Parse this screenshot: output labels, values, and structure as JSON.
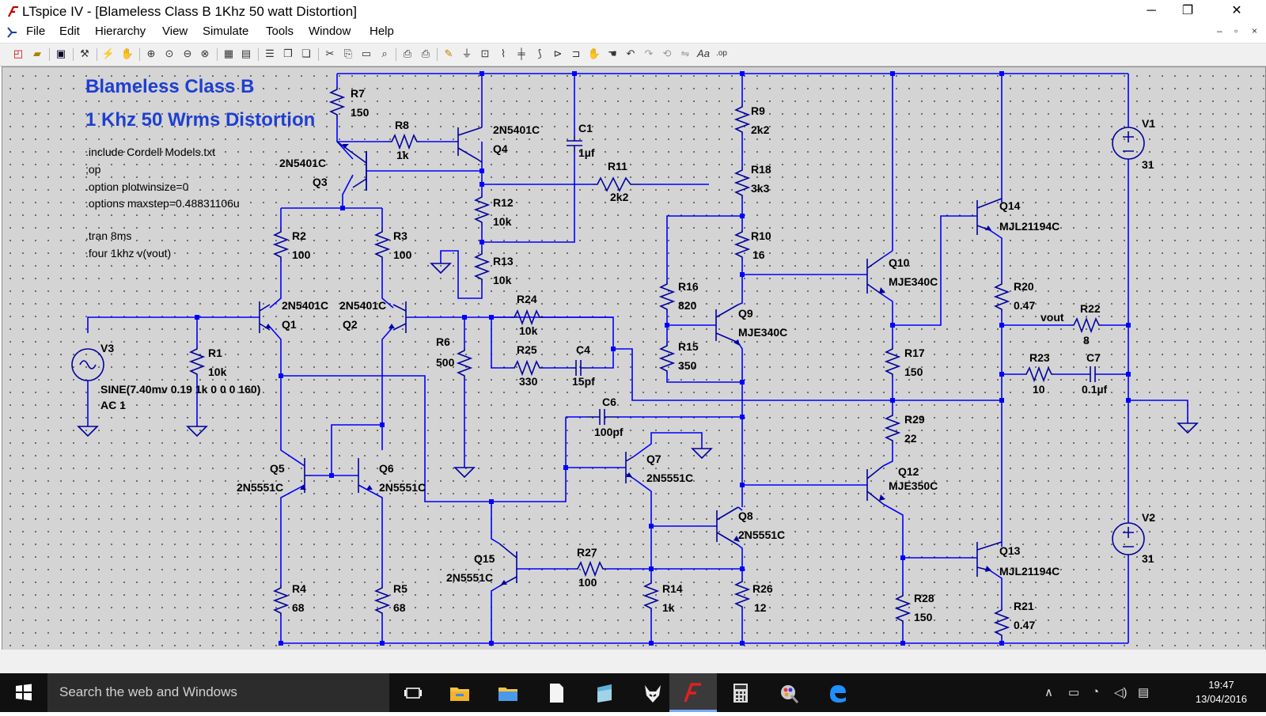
{
  "window": {
    "title": "LTspice IV - [Blameless Class B 1Khz 50 watt Distortion]",
    "minimize": "─",
    "maximize": "❐",
    "close": "✕"
  },
  "menu": {
    "items": [
      "File",
      "Edit",
      "Hierarchy",
      "View",
      "Simulate",
      "Tools",
      "Window",
      "Help"
    ],
    "mdi_minimize": "–",
    "mdi_restore": "▫",
    "mdi_close": "×"
  },
  "schematic": {
    "heading1": "Blameless Class B",
    "heading2": "1 Khz 50 Wrms Distortion",
    "directives": [
      ".include Cordell Models.txt",
      ";op",
      ".option plotwinsize=0",
      ".options maxstep=0.48831106u",
      ".tran 8ms",
      ".four 1khz v(vout)"
    ],
    "components": {
      "R7": [
        "R7",
        "150"
      ],
      "R8": [
        "R8",
        "1k"
      ],
      "Q4": [
        "2N5401C",
        "Q4"
      ],
      "C1": [
        "C1",
        "1µf"
      ],
      "Q3": [
        "2N5401C",
        "Q3"
      ],
      "R11": [
        "R11",
        "2k2"
      ],
      "R9": [
        "R9",
        "2k2"
      ],
      "R18": [
        "R18",
        "3k3"
      ],
      "R12": [
        "R12",
        "10k"
      ],
      "R13": [
        "R13",
        "10k"
      ],
      "R2": [
        "R2",
        "100"
      ],
      "R3": [
        "R3",
        "100"
      ],
      "R10": [
        "R10",
        "16"
      ],
      "R16": [
        "R16",
        "820"
      ],
      "R15": [
        "R15",
        "350"
      ],
      "Q1": [
        "2N5401C",
        "Q1"
      ],
      "Q2": [
        "2N5401C",
        "Q2"
      ],
      "R24": [
        "R24",
        "10k"
      ],
      "R25": [
        "R25",
        "330"
      ],
      "C4": [
        "C4",
        "15pf"
      ],
      "R6": [
        "R6",
        "500"
      ],
      "R1": [
        "R1",
        "10k"
      ],
      "V3": [
        "V3"
      ],
      "V3src": [
        "SINE(7.40mv 0.19 1k 0 0 0 160)",
        "AC 1"
      ],
      "Q9": [
        "Q9",
        "MJE340C"
      ],
      "Q10": [
        "Q10",
        "MJE340C"
      ],
      "Q14": [
        "Q14",
        "MJL21194C"
      ],
      "R20": [
        "R20",
        "0.47"
      ],
      "R22": [
        "R22",
        "8"
      ],
      "vout": [
        "vout"
      ],
      "R17": [
        "R17",
        "150"
      ],
      "R23": [
        "R23",
        "10"
      ],
      "C7": [
        "C7",
        "0.1µf"
      ],
      "V1": [
        "V1",
        "31"
      ],
      "V2": [
        "V2",
        "31"
      ],
      "C6": [
        "C6",
        "100pf"
      ],
      "Q7": [
        "Q7",
        "2N5551C"
      ],
      "Q5": [
        "Q5",
        "2N5551C"
      ],
      "Q6": [
        "Q6",
        "2N5551C"
      ],
      "R29": [
        "R29",
        "22"
      ],
      "Q12": [
        "Q12",
        "MJE350C"
      ],
      "Q8": [
        "Q8",
        "2N5551C"
      ],
      "Q15": [
        "Q15",
        "2N5551C"
      ],
      "R27": [
        "R27",
        "100"
      ],
      "R14": [
        "R14",
        "1k"
      ],
      "R26": [
        "R26",
        "12"
      ],
      "R28": [
        "R28",
        "150"
      ],
      "Q13": [
        "Q13",
        "MJL21194C"
      ],
      "R21": [
        "R21",
        "0.47"
      ],
      "R4": [
        "R4",
        "68"
      ],
      "R5": [
        "R5",
        "68"
      ]
    }
  },
  "taskbar": {
    "search_placeholder": "Search the web and Windows",
    "time": "19:47",
    "date": "13/04/2016"
  },
  "colors": {
    "wire": "#0000ff",
    "component": "#0000a0",
    "text": "#000000",
    "heading": "#1f3fd0"
  }
}
